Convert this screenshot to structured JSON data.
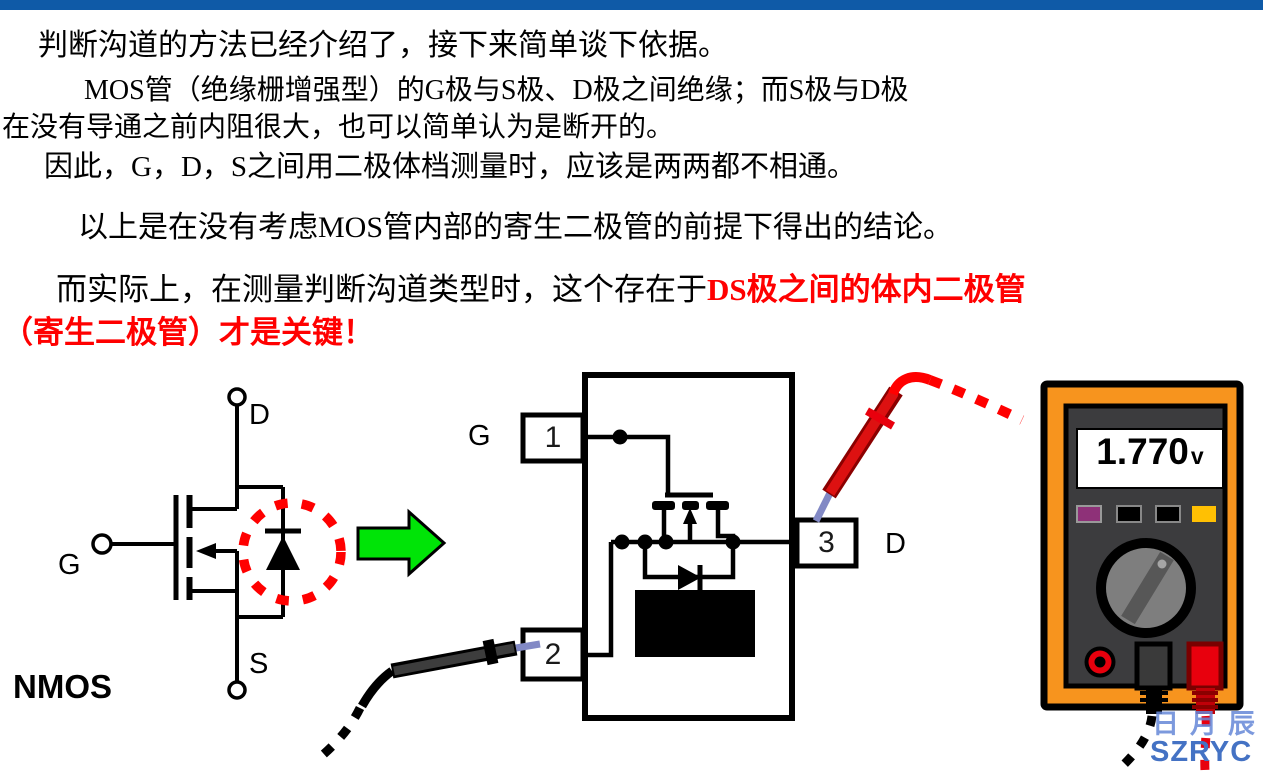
{
  "slide": {
    "top_bar_color": "#0F5AA7",
    "background": "#FFFFFF"
  },
  "paragraphs": {
    "line1": "判断沟道的方法已经介绍了，接下来简单谈下依据。",
    "line2": "MOS管（绝缘栅增强型）的G极与S极、D极之间绝缘；而S极与D极",
    "line3": "在没有导通之前内阻很大，也可以简单认为是断开的。",
    "line4": "因此，G，D，S之间用二极体档测量时，应该是两两都不相通。",
    "line5": "以上是在没有考虑MOS管内部的寄生二极管的前提下得出的结论。",
    "line6_prefix": "而实际上，在测量判断沟道类型时，这个存在于",
    "line6_highlight": "DS极之间的体内二极管",
    "line7_highlight": "（寄生二极管）才是关键！",
    "highlight_color": "#FF0000"
  },
  "nmos_symbol": {
    "title": "NMOS",
    "drain_label": "D",
    "gate_label": "G",
    "source_label": "S",
    "body_diode_circle_color": "#FF0000"
  },
  "transition_arrow": {
    "color": "#00E407"
  },
  "package_diagram": {
    "gate_pin_label": "G",
    "drain_pin_label": "D",
    "pin1_number": "1",
    "pin2_number": "2",
    "pin3_number": "3"
  },
  "probes": {
    "positive_color": "#E8000D",
    "negative_color": "#2F2F2F",
    "tip_color": "#8289C5"
  },
  "multimeter": {
    "display_value": "1.770",
    "display_unit": "v",
    "body_color": "#F7941E",
    "panel_color": "#3C3C3E",
    "button_colors": [
      "#8E3178",
      "#000000",
      "#000000",
      "#FFC003"
    ]
  },
  "watermark": {
    "cn_text": "日月辰",
    "en_text": "SZRYC",
    "color": "#4472C4"
  }
}
